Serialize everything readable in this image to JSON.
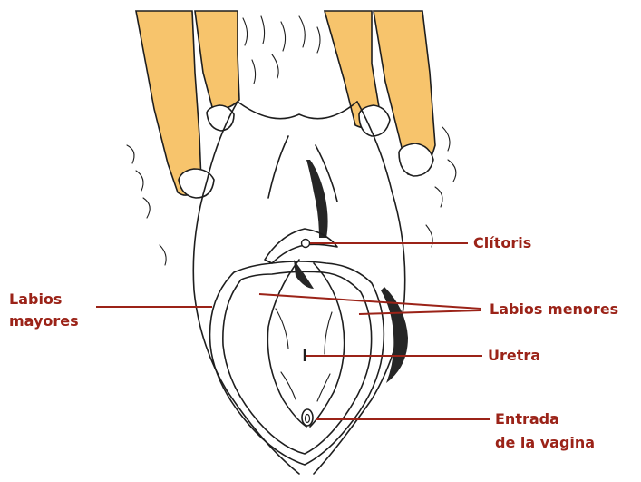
{
  "colors": {
    "label": "#9b2318",
    "leader_line": "#9b2318",
    "finger_fill": "#f7c46c",
    "outline": "#1e1e1e",
    "shadow": "#262626",
    "background": "#ffffff"
  },
  "labels": {
    "clitoris": "Clítoris",
    "labios_mayores_line1": "Labios",
    "labios_mayores_line2": "mayores",
    "labios_menores": "Labios menores",
    "uretra": "Uretra",
    "entrada_line1": "Entrada",
    "entrada_line2": "de la vagina"
  }
}
